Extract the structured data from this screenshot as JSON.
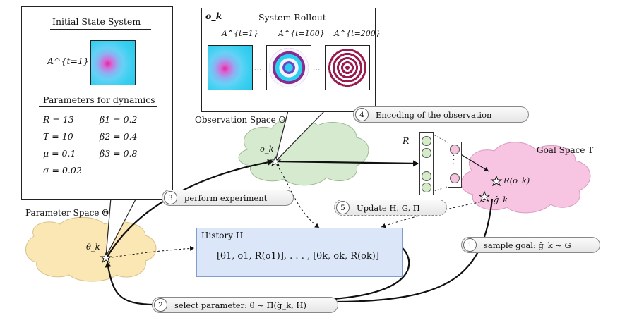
{
  "initial_state": {
    "title": "Initial State System",
    "formula": "A^{t=1} =",
    "params_title": "Parameters for dynamics",
    "params": [
      "R = 13",
      "β1 = 0.2",
      "T = 10",
      "β2 = 0.4",
      "μ = 0.1",
      "β3 = 0.8",
      "σ = 0.02"
    ]
  },
  "rollout": {
    "obs_label": "o_k",
    "title": "System Rollout",
    "frames": [
      "A^{t=1}",
      "A^{t=100}",
      "A^{t=200}"
    ],
    "ellipsis": "...",
    "ellipsis2": "..."
  },
  "spaces": {
    "observation": "Observation Space O",
    "goal": "Goal Space T",
    "parameter": "Parameter Space Θ",
    "encoder": "R"
  },
  "points": {
    "o_k": "o_k",
    "theta_k": "θ_k",
    "r_ok": "R(o_k)",
    "g_hat_k": "ĝ_k"
  },
  "history": {
    "title": "History H",
    "content": "[θ1, o1, R(o1)], . . . , [θk, ok, R(ok)]"
  },
  "steps": [
    {
      "num": "1",
      "label": "sample goal: ĝ_k ∼ G"
    },
    {
      "num": "2",
      "label": "select parameter: θ ∼ Π(ĝ_k, H)"
    },
    {
      "num": "3",
      "label": "perform experiment"
    },
    {
      "num": "4",
      "label": "Encoding of the observation"
    },
    {
      "num": "5",
      "label": "Update H, G, Π"
    }
  ],
  "colors": {
    "observation_cloud": "#d6ead0",
    "goal_cloud": "#f7c5e2",
    "parameter_cloud": "#fbe7b3",
    "history_fill": "#dbe7f8",
    "latent_node_green": "#d4ecc8",
    "latent_node_pink": "#f5c3dd"
  }
}
